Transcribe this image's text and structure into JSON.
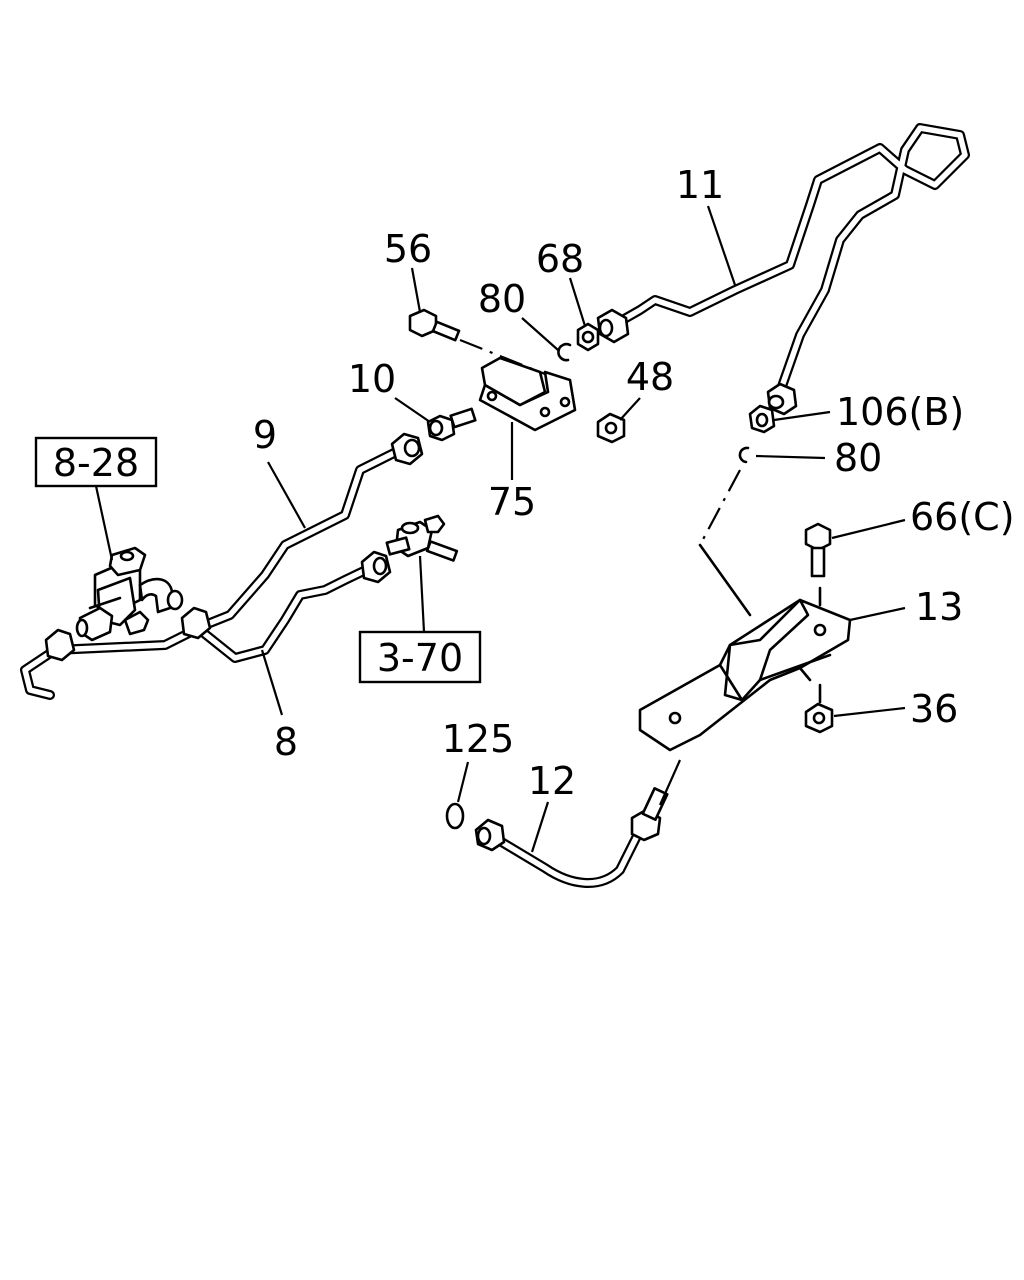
{
  "callouts": {
    "c11": "11",
    "c56": "56",
    "c68": "68",
    "c80a": "80",
    "c10": "10",
    "c48": "48",
    "c106": "106(B)",
    "c80b": "80",
    "c9": "9",
    "c75": "75",
    "c66": "66(C)",
    "c13": "13",
    "c8": "8",
    "c36": "36",
    "c125": "125",
    "c12": "12"
  },
  "reference_boxes": {
    "ref_8_28": "8-28",
    "ref_3_70": "3-70"
  }
}
